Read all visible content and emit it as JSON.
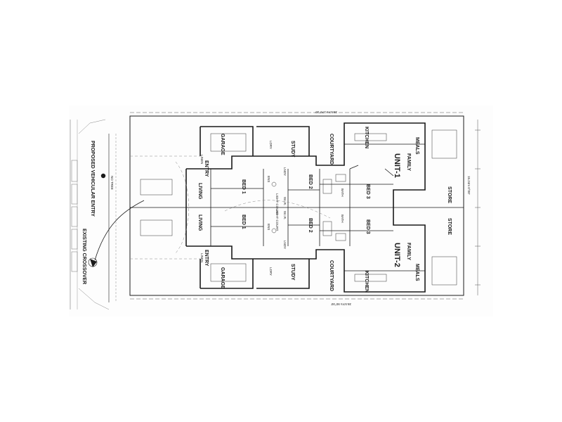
{
  "plan": {
    "units": [
      "UNIT-1",
      "UNIT-2"
    ],
    "rooms": {
      "garage": "GARAGE",
      "living": "LIVING",
      "bed1": "BED 1",
      "bed2": "BED 2",
      "bed3": "BED 3",
      "entry": "ENTRY",
      "study": "STUDY",
      "courtyard": "COURTYARD",
      "kitchen": "KITCHEN",
      "family": "FAMILY",
      "meals": "MEALS",
      "store": "STORE",
      "bath": "BATH",
      "ens": "ENS",
      "lndy": "LNDY",
      "ldry": "LDRY",
      "linen": "LINEN",
      "light_court": "LIGHT COURT",
      "wir": "W.I.R."
    },
    "site": {
      "street_note": "PROPOSED VEHICULAR ENTRY",
      "cross_over": "EXISTING CROSSOVER",
      "tree_note": "NO TREE",
      "boundary_top": "39.57m 270°00'",
      "boundary_bottom": "39.57m 90°00'",
      "rear_boundary": "15.24m 0°00'",
      "north_marker": "N"
    }
  }
}
